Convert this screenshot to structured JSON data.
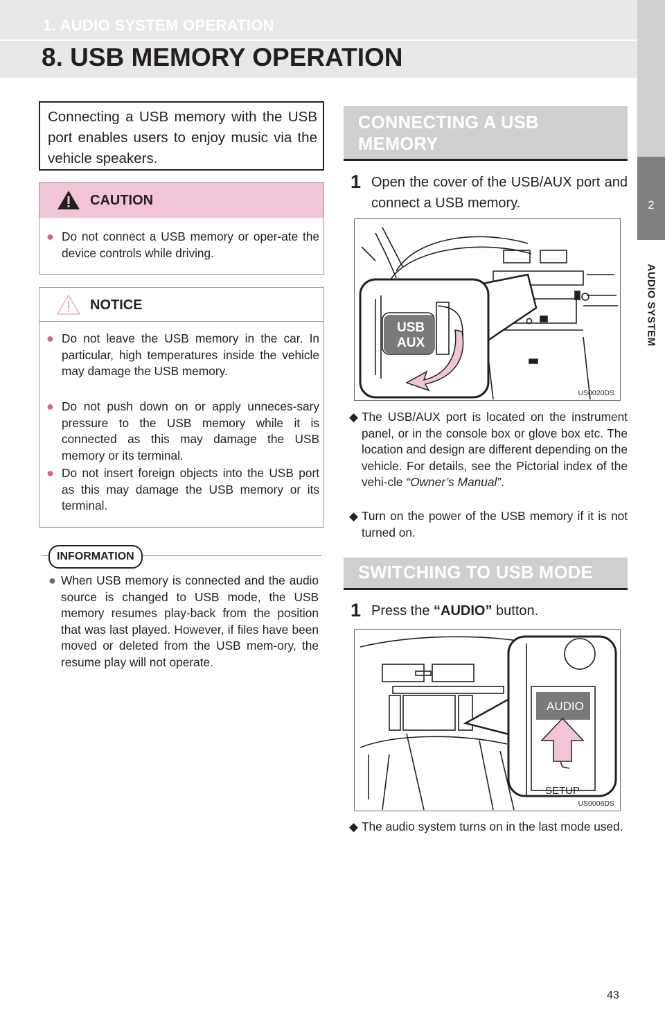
{
  "header": {
    "section_label": "1. AUDIO SYSTEM OPERATION",
    "page_title": "8. USB MEMORY OPERATION"
  },
  "side_tab": {
    "number": "2",
    "label": "AUDIO SYSTEM"
  },
  "intro": "Connecting a USB memory with the USB port enables users to enjoy music via the vehicle speakers.",
  "caution": {
    "title": "CAUTION",
    "items": [
      "Do not connect a USB memory or oper-ate the device controls while driving."
    ]
  },
  "notice": {
    "title": "NOTICE",
    "items": [
      "Do not leave the USB memory in the car. In particular, high temperatures inside the vehicle may damage the USB memory.",
      "Do not push down on or apply unneces-sary pressure to the USB memory while it is connected as this may damage the USB memory or its terminal.",
      "Do not insert foreign objects into the USB port as this may damage the USB memory or its terminal."
    ]
  },
  "information": {
    "title": "INFORMATION",
    "items": [
      "When USB memory is connected and the audio source is changed to USB mode, the USB memory resumes play-back from the position that was last played. However, if files have been moved or deleted from the USB mem-ory, the resume play will not operate."
    ]
  },
  "section1": {
    "title_line1": "CONNECTING A USB",
    "title_line2": "MEMORY",
    "step_number": "1",
    "step_text": "Open the cover of the USB/AUX port and connect a USB memory.",
    "figure_code": "US0020DS",
    "figure_label_line1": "USB",
    "figure_label_line2": "AUX",
    "bullets": [
      {
        "text": "The USB/AUX port is located on the instrument panel, or in the console box or glove box etc. The location and design are different depending on the vehicle. For details, see the Pictorial index of the vehi-cle ",
        "italic": "“Owner’s Manual”",
        "after": "."
      },
      {
        "text": "Turn on the power of the USB memory if it is not turned on."
      }
    ]
  },
  "section2": {
    "title": "SWITCHING TO USB MODE",
    "step_number": "1",
    "step_prefix": "Press the ",
    "step_bold": "“AUDIO”",
    "step_suffix": " button.",
    "figure_code": "US0006DS",
    "figure_audio_label": "AUDIO",
    "figure_setup_label": "SETUP",
    "bullets": [
      "The audio system turns on in the last mode used."
    ]
  },
  "page_number": "43",
  "colors": {
    "caution_header": "#f2c4d8",
    "bullet_pink": "#e05a9a",
    "tab_gray": "#7f7f7f",
    "section_header": "#cfcfcf"
  }
}
